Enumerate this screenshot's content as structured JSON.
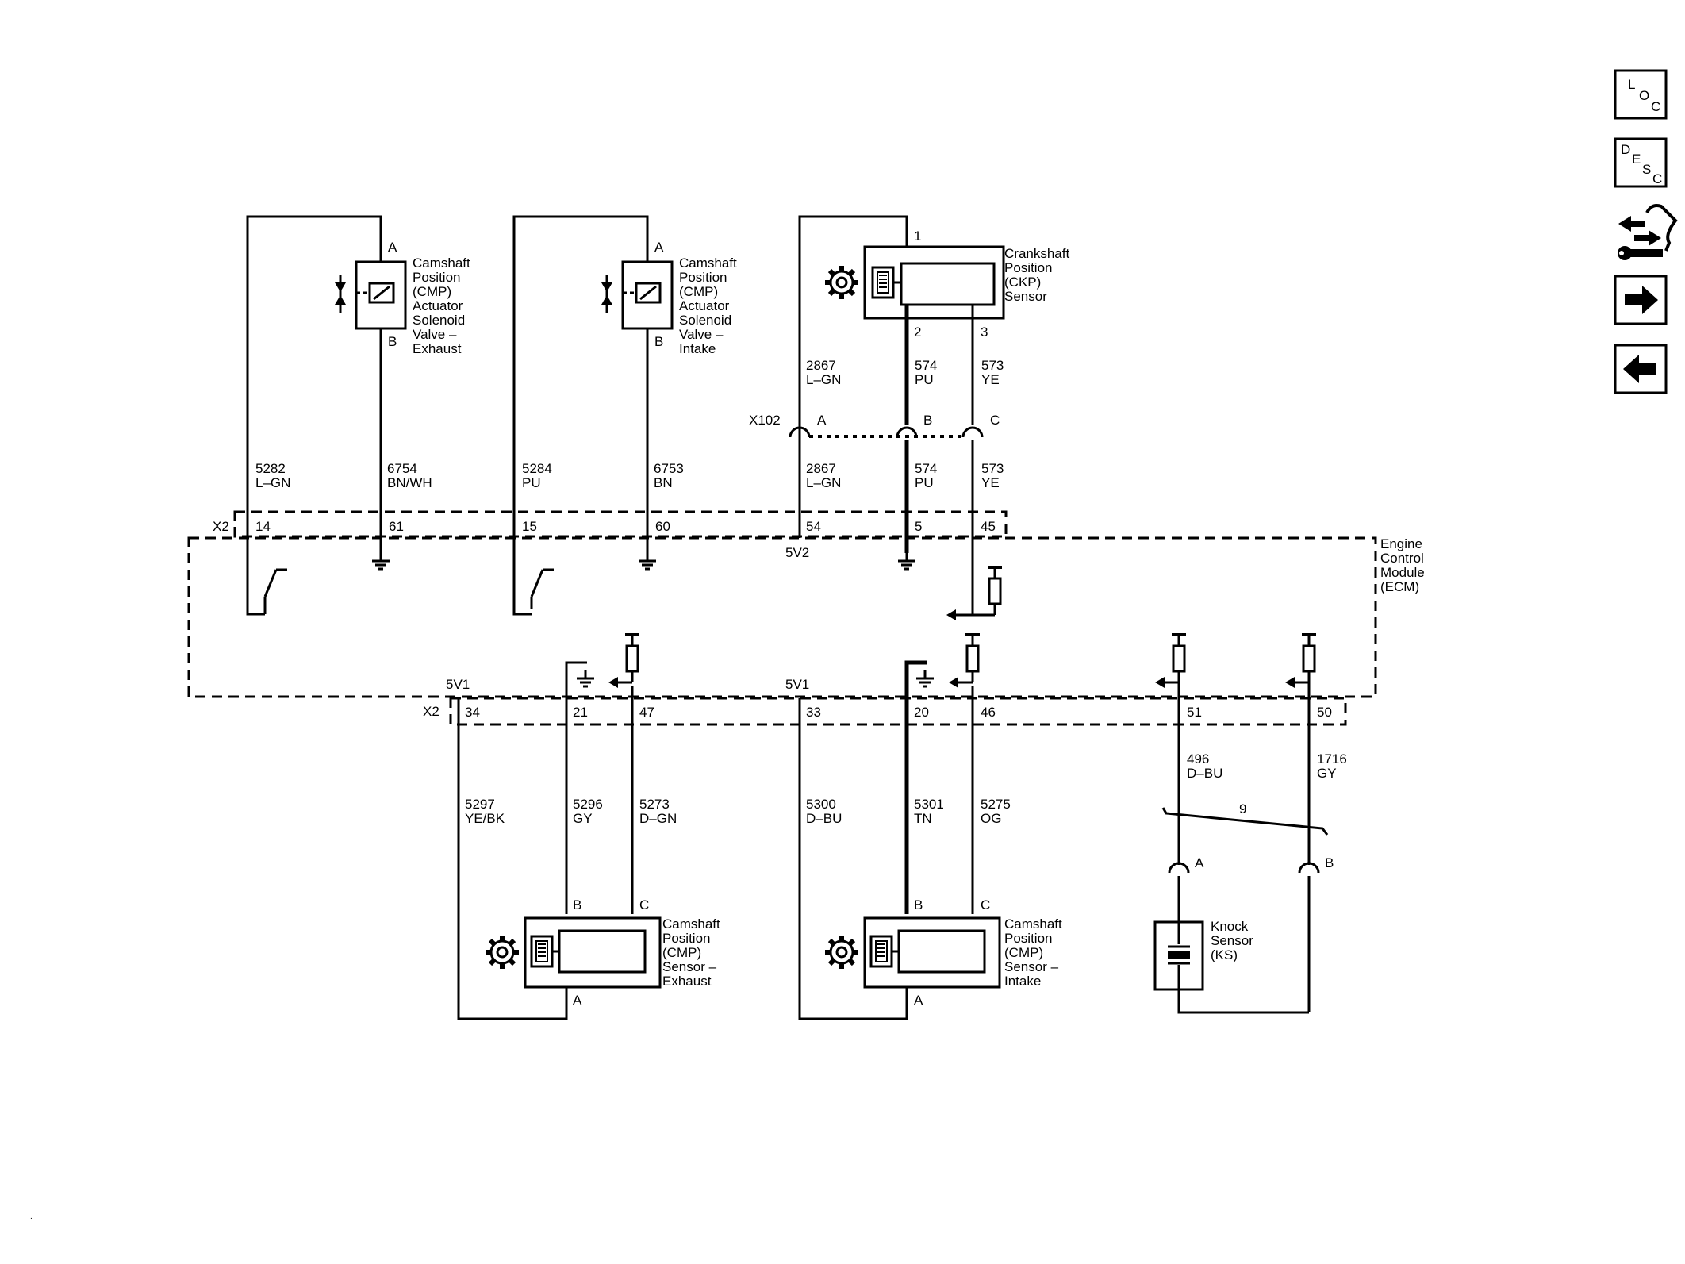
{
  "components": {
    "cmp_actuator_exhaust": "Camshaft\nPosition\n(CMP)\nActuator\nSolenoid\nValve –\nExhaust",
    "cmp_actuator_intake": "Camshaft\nPosition\n(CMP)\nActuator\nSolenoid\nValve –\nIntake",
    "ckp_sensor": "Crankshaft\nPosition\n(CKP)\nSensor",
    "ecm": "Engine\nControl\nModule\n(ECM)",
    "cmp_sensor_exhaust": "Camshaft\nPosition\n(CMP)\nSensor –\nExhaust",
    "cmp_sensor_intake": "Camshaft\nPosition\n(CMP)\nSensor –\nIntake",
    "knock_sensor": "Knock\nSensor\n(KS)"
  },
  "connectors": {
    "x2_top": "X2",
    "x2_bottom": "X2",
    "x102": "X102"
  },
  "pins": {
    "act_exh_a": "A",
    "act_exh_b": "B",
    "act_int_a": "A",
    "act_int_b": "B",
    "ckp_1": "1",
    "ckp_2": "2",
    "ckp_3": "3",
    "x102_a": "A",
    "x102_b": "B",
    "x102_c": "C",
    "ecm_14": "14",
    "ecm_61": "61",
    "ecm_15": "15",
    "ecm_60": "60",
    "ecm_54": "54",
    "ecm_5": "5",
    "ecm_45": "45",
    "ecm_34": "34",
    "ecm_21": "21",
    "ecm_47": "47",
    "ecm_33": "33",
    "ecm_20": "20",
    "ecm_46": "46",
    "ecm_51": "51",
    "ecm_50": "50",
    "cmp_exh_b": "B",
    "cmp_exh_c": "C",
    "cmp_exh_a": "A",
    "cmp_int_b": "B",
    "cmp_int_c": "C",
    "cmp_int_a": "A",
    "ks_a": "A",
    "ks_b": "B"
  },
  "ref_voltage": {
    "v2": "5V2",
    "v1_exh": "5V1",
    "v1_int": "5V1"
  },
  "wires": {
    "w5282": "5282\nL–GN",
    "w6754": "6754\nBN/WH",
    "w5284": "5284\nPU",
    "w6753": "6753\nBN",
    "w2867_top": "2867\nL–GN",
    "w574_top": "574\nPU",
    "w573_top": "573\nYE",
    "w2867_bot": "2867\nL–GN",
    "w574_bot": "574\nPU",
    "w573_bot": "573\nYE",
    "w5297": "5297\nYE/BK",
    "w5296": "5296\nGY",
    "w5273": "5273\nD–GN",
    "w5300": "5300\nD–BU",
    "w5301": "5301\nTN",
    "w5275": "5275\nOG",
    "w496": "496\nD–BU",
    "w1716": "1716\nGY",
    "twist": "9"
  },
  "nav": {
    "loc_label": "LOC",
    "desc_label": "DESC",
    "loc_icon": "loc-letters",
    "desc_icon": "desc-letters",
    "connector_icon": "connector-wrench-icon",
    "next_icon": "arrow-right-icon",
    "prev_icon": "arrow-left-icon"
  }
}
